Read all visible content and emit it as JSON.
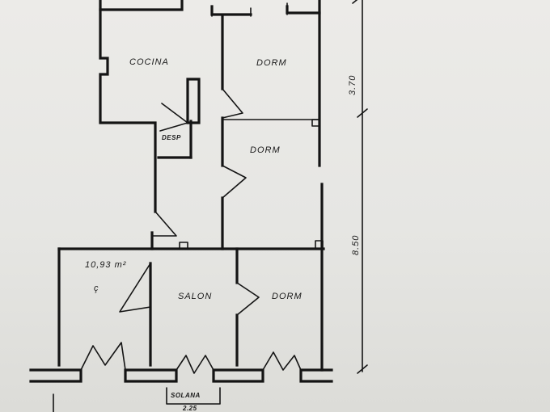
{
  "plan": {
    "rooms": {
      "cocina": "COCINA",
      "dorm_upper": "DORM",
      "desp": "DESP",
      "dorm_middle": "DORM",
      "area": "10,93 m²",
      "area_mark": "ç",
      "salon": "SALON",
      "dorm_lower": "DORM",
      "solana": "SOLANA"
    },
    "dimensions": {
      "upper": "3.70",
      "lower": "8.50",
      "solana_width": "2.25"
    },
    "colors": {
      "ink": "#141414",
      "paper": "#e9e9e6"
    }
  }
}
